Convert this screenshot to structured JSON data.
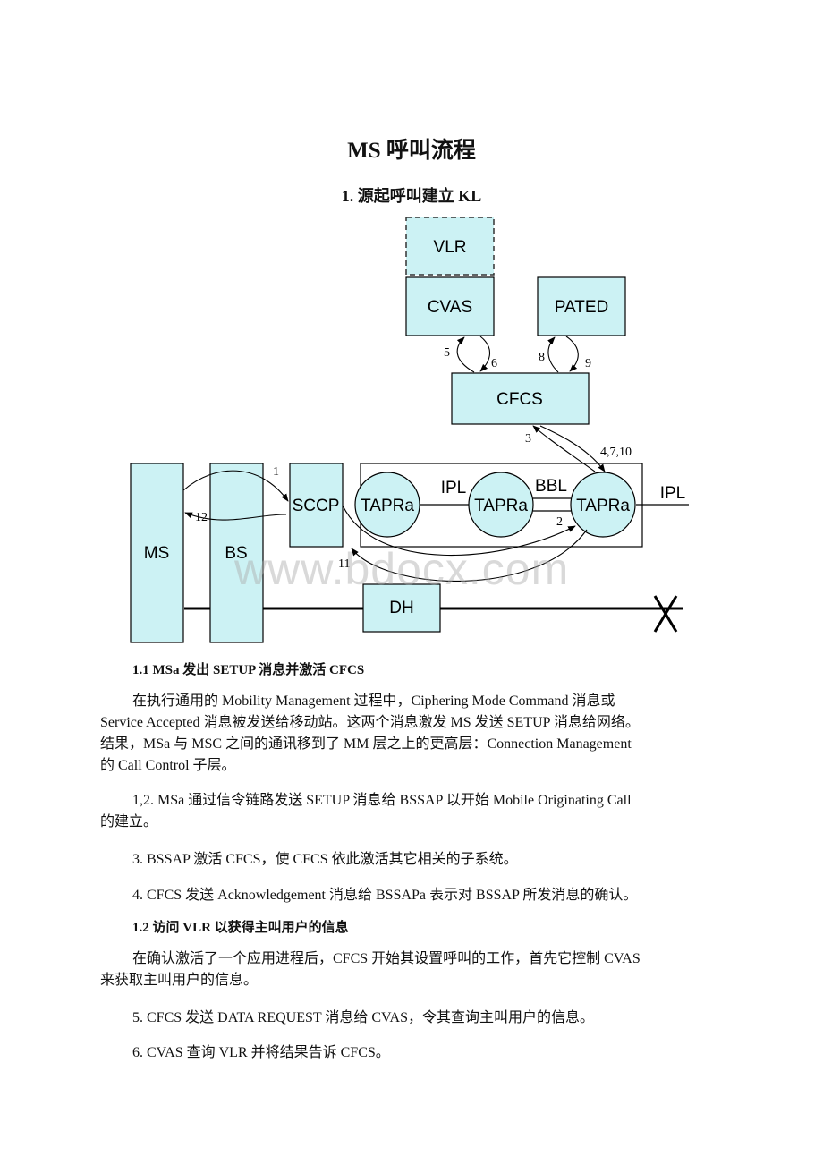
{
  "doc": {
    "title": "MS 呼叫流程",
    "heading1": "1. 源起呼叫建立 KL",
    "watermark": "www.bdocx.com"
  },
  "diagram": {
    "boxes": {
      "vlr": "VLR",
      "cvas": "CVAS",
      "pated": "PATED",
      "cfcs": "CFCS",
      "ms": "MS",
      "bs": "BS",
      "sccp": "SCCP",
      "dh": "DH",
      "tapra1": "TAPRa",
      "tapra2": "TAPRa",
      "tapra3": "TAPRa"
    },
    "link_labels": {
      "ipl_mid": "IPL",
      "bbl": "BBL",
      "ipl_right": "IPL"
    },
    "step_labels": {
      "s1": "1",
      "s2": "2",
      "s3": "3",
      "s4710": "4,7,10",
      "s5": "5",
      "s6": "6",
      "s8": "8",
      "s9": "9",
      "s11": "11",
      "s12": "12"
    },
    "colors": {
      "box_fill": "#ccf2f4",
      "line": "#000000"
    }
  },
  "section1_1": {
    "heading": "1.1 MSa 发出 SETUP 消息并激活 CFCS",
    "para_lines": [
      "在执行通用的 Mobility Management 过程中，Ciphering Mode Command 消息或",
      "Service Accepted 消息被发送给移动站。这两个消息激发 MS 发送 SETUP 消息给网络。",
      "结果，MSa 与 MSC 之间的通讯移到了 MM 层之上的更高层：Connection Management",
      "的 Call Control 子层。"
    ],
    "step12_lines": [
      "1,2. MSa 通过信令链路发送 SETUP 消息给 BSSAP 以开始 Mobile Originating Call",
      "的建立。"
    ],
    "step3": "3.  BSSAP 激活 CFCS，使 CFCS 依此激活其它相关的子系统。",
    "step4": "4.  CFCS 发送 Acknowledgement 消息给 BSSAPa 表示对 BSSAP 所发消息的确认。"
  },
  "section1_2": {
    "heading": "1.2 访问 VLR 以获得主叫用户的信息",
    "para_lines": [
      "在确认激活了一个应用进程后，CFCS 开始其设置呼叫的工作，首先它控制 CVAS",
      "来获取主叫用户的信息。"
    ],
    "step5": "5.  CFCS 发送 DATA REQUEST 消息给 CVAS，令其查询主叫用户的信息。",
    "step6": "6.  CVAS 查询 VLR 并将结果告诉 CFCS。"
  }
}
